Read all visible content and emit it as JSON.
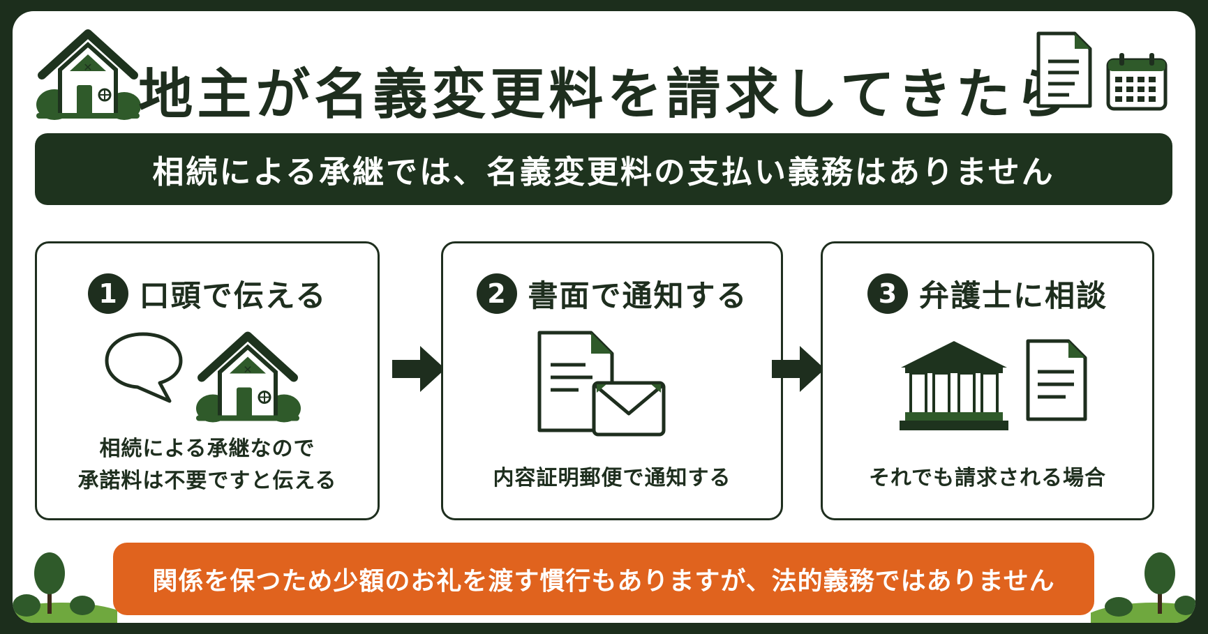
{
  "title": "地主が名義変更料を請求してきたら",
  "banner": "相続による承継では、名義変更料の支払い義務はありません",
  "steps": [
    {
      "number": "1",
      "title": "口頭で伝える",
      "lines": [
        "相続による承継なので",
        "承諾料は不要ですと伝える"
      ]
    },
    {
      "number": "2",
      "title": "書面で通知する",
      "lines": [
        "内容証明郵便で通知する"
      ]
    },
    {
      "number": "3",
      "title": "弁護士に相談",
      "lines": [
        "それでも請求される場合"
      ]
    }
  ],
  "note": "関係を保つため少額のお礼を渡す慣行もありますが、法的義務ではありません",
  "colors": {
    "dark_green": "#1e331e",
    "accent_orange": "#e0631e",
    "background": "#ffffff"
  },
  "icons": [
    "house-icon",
    "document-icon",
    "calendar-icon",
    "speech-bubble-icon",
    "envelope-icon",
    "courthouse-icon",
    "arrow-right-icon",
    "tree-icon"
  ]
}
